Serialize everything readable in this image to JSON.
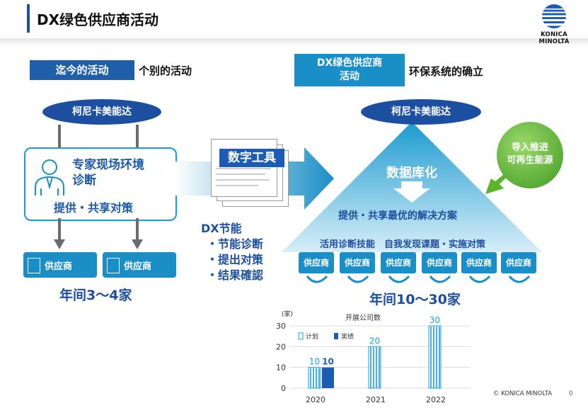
{
  "header": {
    "title": "DX绿色供应商活动"
  },
  "brand": {
    "name": "KONICA MINOLTA",
    "copyright": "© KONICA MINOLTA",
    "page": "0",
    "colors": {
      "navy": "#1d4fa0",
      "blue": "#1a8ec6",
      "green": "#58b52d"
    }
  },
  "left": {
    "tag": "迄今的活动",
    "tag_caption": "个别的活动",
    "company": "柯尼卡美能达",
    "expert_line1": "专家现场环境",
    "expert_line2": "诊断",
    "expert_line3": "提供・共享对策",
    "supplier_a": "供应商",
    "supplier_b": "供应商",
    "count": "年间3～4家"
  },
  "middle": {
    "tool_label": "数字工具",
    "dx_title": "DX节能",
    "dx_items": [
      "・节能诊断",
      "・提出对策",
      "・结果確認"
    ]
  },
  "right": {
    "tag_line1": "DX绿色供应商",
    "tag_line2": "活动",
    "tag_caption": "环保系统的确立",
    "company": "柯尼卡美能达",
    "database": "数据库化",
    "solution": "提供・共享最优的解决方案",
    "activity": "活用诊断技能　自我发现课题・实施对策",
    "suppliers": [
      "供应商",
      "供应商",
      "供应商",
      "供应商",
      "供应商",
      "供应商"
    ],
    "count": "年间10～30家",
    "green_line1": "导入推进",
    "green_line2": "可再生能源"
  },
  "chart_data": {
    "type": "bar",
    "title": "开展公司数",
    "ylabel": "(家)",
    "categories": [
      "2020",
      "2021",
      "2022"
    ],
    "ylim": [
      0,
      30
    ],
    "yticks": [
      0,
      10,
      20,
      30
    ],
    "series": [
      {
        "name": "计划",
        "values": [
          10,
          20,
          30
        ],
        "labels": [
          "10",
          "20",
          "30"
        ]
      },
      {
        "name": "実绩",
        "values": [
          10,
          null,
          null
        ],
        "labels": [
          "10",
          "",
          ""
        ]
      }
    ],
    "legend": "top-left",
    "grid": true
  }
}
